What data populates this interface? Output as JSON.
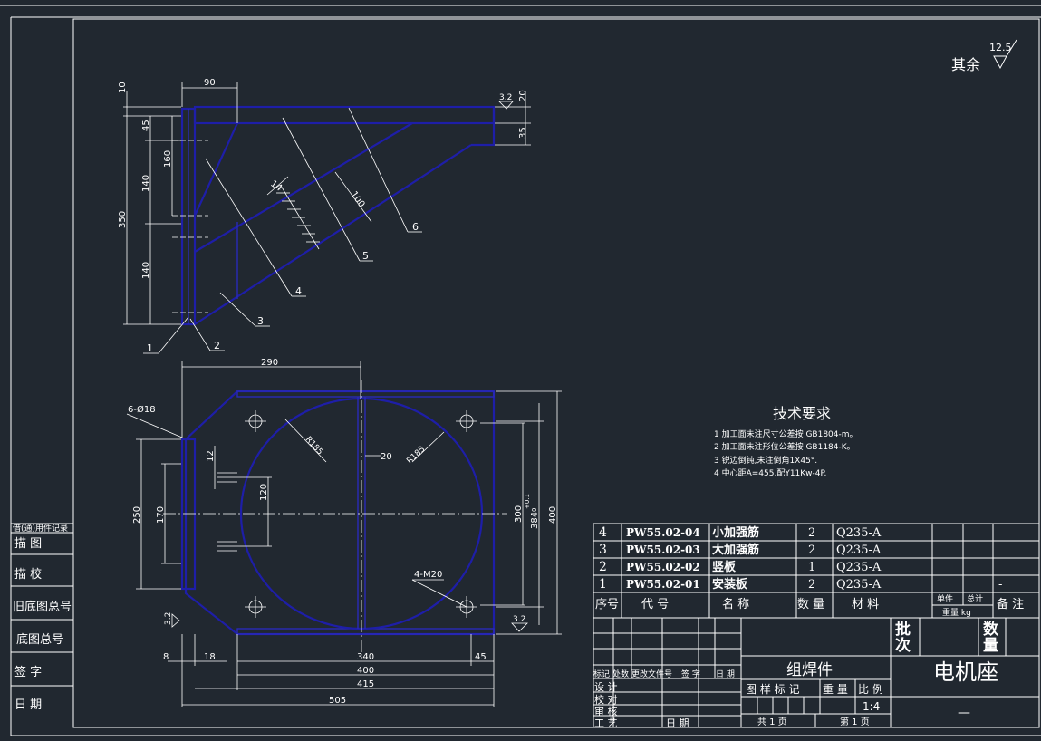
{
  "roughness": {
    "label": "其余",
    "value": "12.5"
  },
  "tech_requirements": {
    "title": "技术要求",
    "items": [
      "1  加工面未注尺寸公差按 GB1804-m。",
      "2  加工面未注形位公差按 GB1184-K。",
      "3  锐边倒钝,未注倒角1X45°.",
      "4  中心距A=455,配Y11Kw-4P."
    ]
  },
  "top_view": {
    "dims": [
      "90",
      "10",
      "45",
      "160",
      "140",
      "350",
      "140",
      "20",
      "35",
      "14",
      "100"
    ],
    "roughness": "3.2",
    "callouts": [
      "1",
      "2",
      "3",
      "4",
      "5",
      "6"
    ]
  },
  "bottom_view": {
    "dims": [
      "290",
      "6-Ø18",
      "12",
      "20",
      "R185",
      "R185",
      "120",
      "250",
      "170",
      "300",
      "384",
      "+0.1",
      "0",
      "400",
      "4-M20",
      "8",
      "18",
      "340",
      "45",
      "400",
      "415",
      "505"
    ],
    "roughness_left": "3.2",
    "roughness_right": "3.2"
  },
  "left_column": {
    "rows": [
      "借(通)用件记录",
      "描 图",
      "描 校",
      "旧底图总号",
      "底图总号",
      "签 字",
      "日 期"
    ]
  },
  "parts_list": {
    "rows": [
      {
        "no": "4",
        "code": "PW55.02-04",
        "name": "小加强筋",
        "qty": "2",
        "material": "Q235-A",
        "note": ""
      },
      {
        "no": "3",
        "code": "PW55.02-03",
        "name": "大加强筋",
        "qty": "2",
        "material": "Q235-A",
        "note": ""
      },
      {
        "no": "2",
        "code": "PW55.02-02",
        "name": "竖板",
        "qty": "1",
        "material": "Q235-A",
        "note": ""
      },
      {
        "no": "1",
        "code": "PW55.02-01",
        "name": "安装板",
        "qty": "2",
        "material": "Q235-A",
        "note": "-"
      }
    ],
    "header": {
      "no": "序号",
      "code": "代 号",
      "name": "名 称",
      "qty": "数 量",
      "material": "材 料",
      "unit_weight": "单件",
      "total_weight": "总计",
      "weight_unit": "重量 kg",
      "note": "备 注"
    }
  },
  "title_block": {
    "batch": "批次",
    "quantity": "数量",
    "revision_header": [
      "标记",
      "处数",
      "更改文件号",
      "签 字",
      "日 期"
    ],
    "roles": [
      "设 计",
      "校 对",
      "审 核",
      "工 艺"
    ],
    "date_label": "日 期",
    "assembly": "组焊件",
    "drawing_name": "电机座",
    "labels": [
      "图 样 标 记",
      "重 量",
      "比 例"
    ],
    "scale": "1:4",
    "mark": "—",
    "pages_total": "共 1 页",
    "page_current": "第 1 页"
  }
}
